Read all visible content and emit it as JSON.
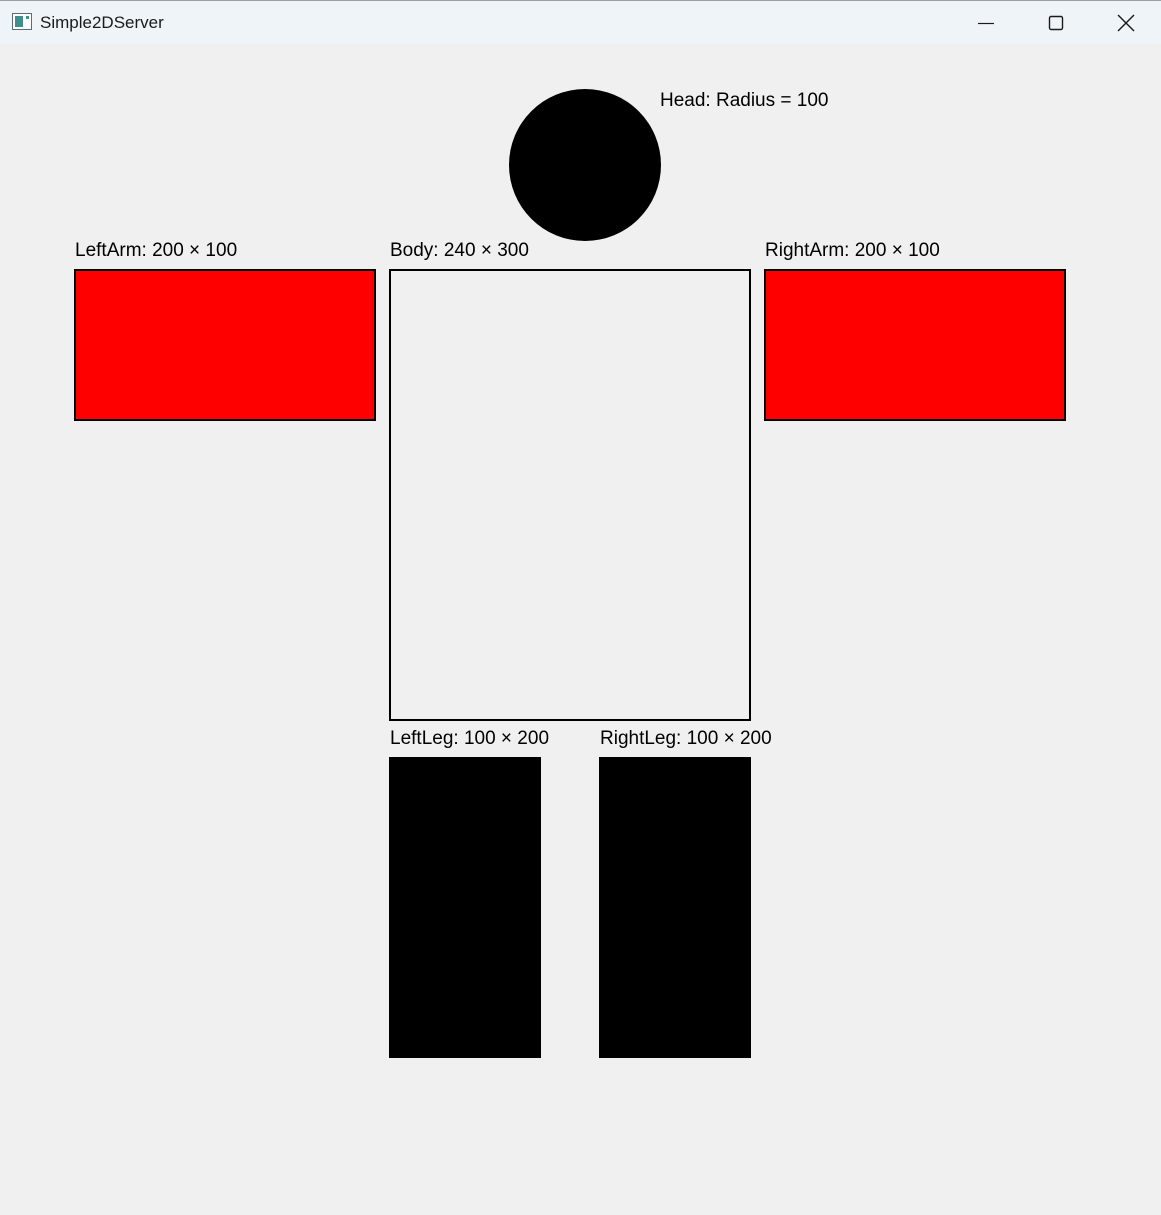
{
  "window": {
    "title": "Simple2DServer",
    "minimize_icon": "minimize-icon",
    "maximize_icon": "maximize-icon",
    "close_icon": "close-icon"
  },
  "canvas": {
    "head": {
      "label": "Head: Radius = 100",
      "color": "#000000"
    },
    "left_arm": {
      "label": "LeftArm: 200 × 100",
      "color": "#ff0000"
    },
    "body": {
      "label": "Body: 240 × 300",
      "color": "#f0f0f0"
    },
    "right_arm": {
      "label": "RightArm: 200 × 100",
      "color": "#ff0000"
    },
    "left_leg": {
      "label": "LeftLeg: 100 × 200",
      "color": "#000000"
    },
    "right_leg": {
      "label": "RightLeg: 100 × 200",
      "color": "#000000"
    }
  }
}
